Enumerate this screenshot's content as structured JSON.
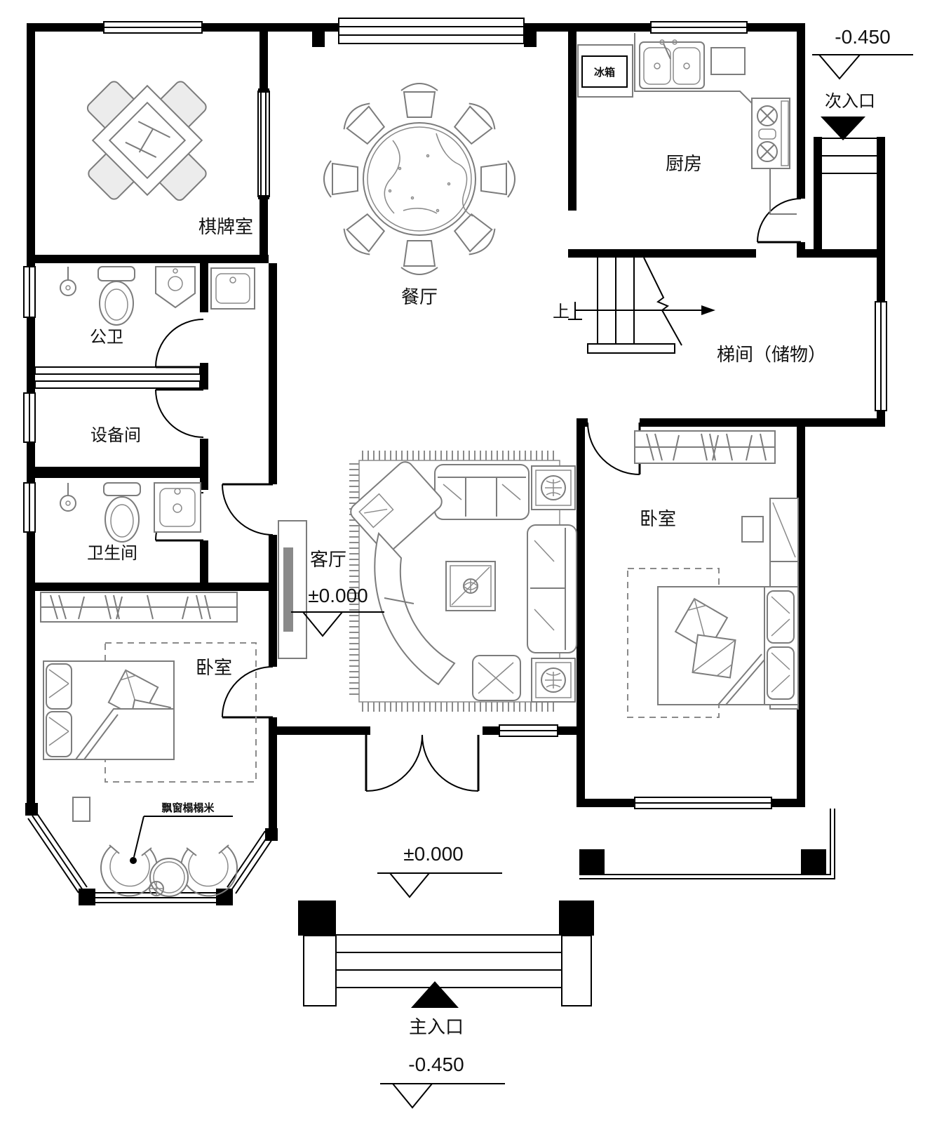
{
  "drawing": {
    "type": "floor-plan",
    "colors": {
      "wall": "#000000",
      "furniture": "#7c7c7c",
      "background": "#ffffff"
    }
  },
  "rooms": {
    "chess_room": {
      "label": "棋牌室"
    },
    "dining_room": {
      "label": "餐厅"
    },
    "kitchen": {
      "label": "厨房"
    },
    "public_wc": {
      "label": "公卫"
    },
    "equipment_room": {
      "label": "设备间"
    },
    "bathroom": {
      "label": "卫生间"
    },
    "bedroom_left": {
      "label": "卧室"
    },
    "bedroom_right": {
      "label": "卧室"
    },
    "living_room": {
      "label": "客厅"
    },
    "stair_storage": {
      "label": "梯间（储物）"
    }
  },
  "appliances": {
    "fridge": "冰箱"
  },
  "stairs": {
    "direction_label": "上"
  },
  "entrances": {
    "main": {
      "label": "主入口"
    },
    "secondary": {
      "label": "次入口"
    }
  },
  "levels": {
    "site_top": "-0.450",
    "living": "±0.000",
    "porch": "±0.000",
    "site_bottom": "-0.450"
  },
  "notes": {
    "bay_window": "飘窗榻榻米"
  }
}
